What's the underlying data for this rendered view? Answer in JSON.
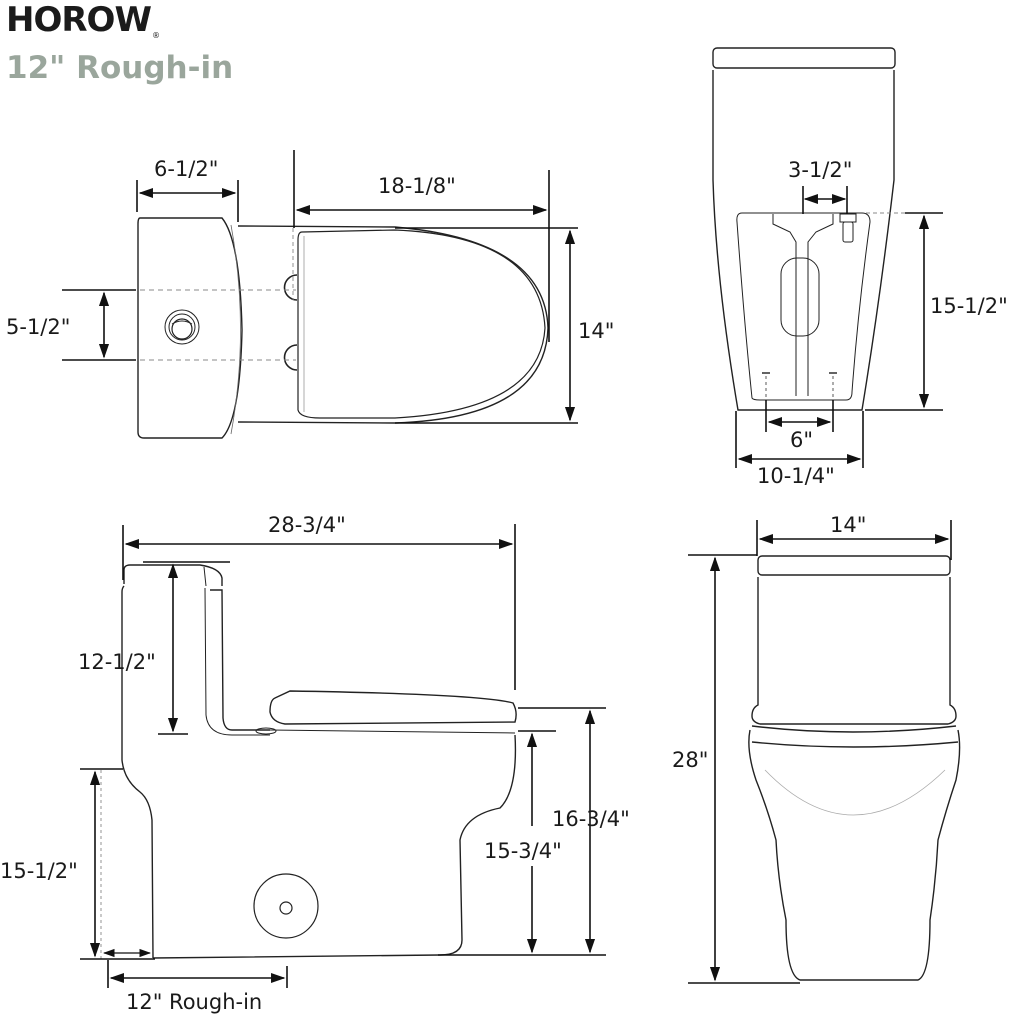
{
  "header": {
    "brand": "HOROW",
    "registered_mark": "®",
    "subtitle": "12\" Rough-in",
    "subtitle_color": "#9aa69c"
  },
  "views": {
    "top_view": {
      "tank_depth": "6-1/2\"",
      "bowl_length": "18-1/8\"",
      "seat_width": "14\"",
      "bolt_spacing": "5-1/2\""
    },
    "bottom_view": {
      "supply_offset": "3-1/2\"",
      "supply_height": "15-1/2\"",
      "bolt_spacing": "6\"",
      "base_width": "10-1/4\""
    },
    "side_view": {
      "overall_depth": "28-3/4\"",
      "tank_height": "12-1/2\"",
      "rear_height": "15-1/2\"",
      "seat_height_with_seat": "16-3/4\"",
      "bowl_height": "15-3/4\"",
      "rough_in": "12\" Rough-in"
    },
    "front_view": {
      "tank_width": "14\"",
      "overall_height": "28\""
    }
  }
}
